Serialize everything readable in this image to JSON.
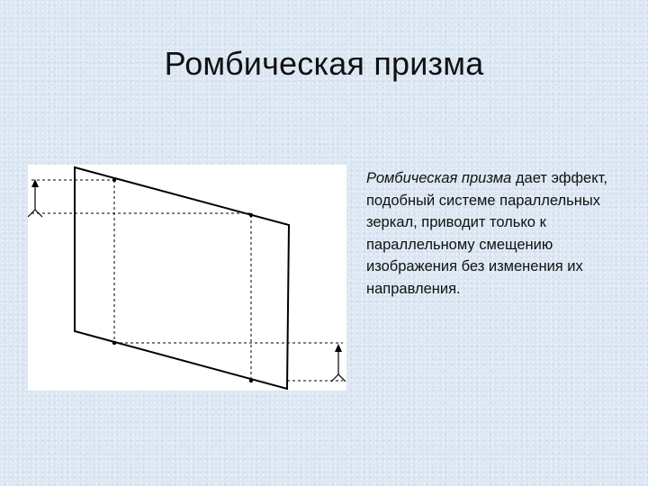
{
  "slide": {
    "title": "Ромбическая призма",
    "description_term": "Ромбическая призма",
    "description_rest": " дает эффект, подобный системе параллельных зеркал, приводит только к параллельному смещению изображения без изменения их направления."
  },
  "figure": {
    "icons": [
      "upward-arrow-icon",
      "upward-arrow-icon"
    ],
    "line_color": "#000000"
  }
}
